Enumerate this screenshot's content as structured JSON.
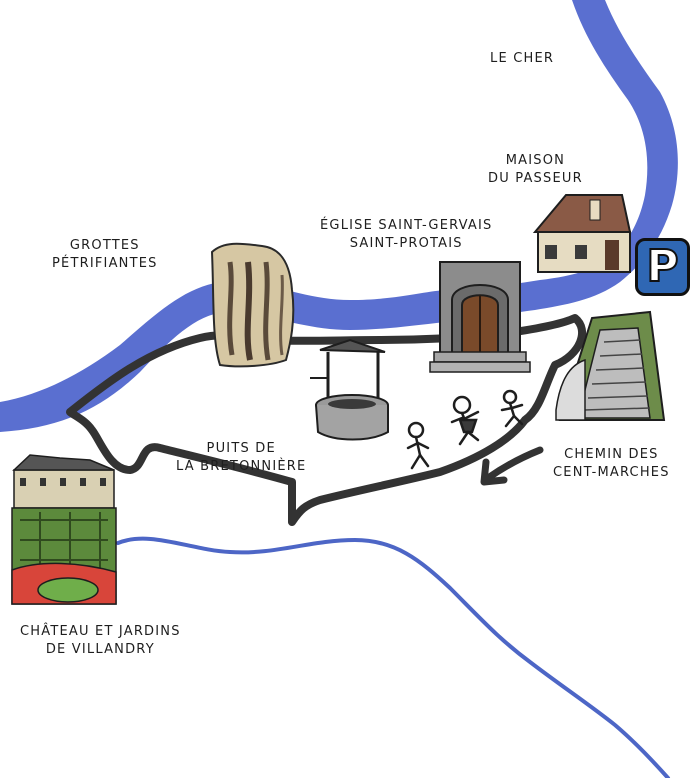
{
  "labels": {
    "le_cher": "LE CHER",
    "maison_line1": "MAISON",
    "maison_line2": "DU PASSEUR",
    "eglise_line1": "ÉGLISE SAINT-GERVAIS",
    "eglise_line2": "SAINT-PROTAIS",
    "grottes_line1": "GROTTES",
    "grottes_line2": "PÉTRIFIANTES",
    "puits_line1": "PUITS DE",
    "puits_line2": "LA BRETONNIÈRE",
    "chemin_line1": "CHEMIN DES",
    "chemin_line2": "CENT-MARCHES",
    "chateau_line1": "CHÂTEAU ET JARDINS",
    "chateau_line2": "DE VILLANDRY"
  },
  "parking": {
    "letter": "P"
  },
  "colors": {
    "river": "#5a6fd0",
    "road": "#333333",
    "parking": "#2f67b4",
    "garden_green": "#5c8a3c",
    "garden_red": "#d8453a"
  },
  "icons": {
    "grottes": "cave-rock-icon",
    "eglise": "church-door-icon",
    "maison": "house-icon",
    "puits": "well-icon",
    "chemin": "stone-stairs-icon",
    "chateau": "chateau-garden-icon",
    "walkers": "stick-figure-walkers-icon",
    "direction": "direction-arrow-icon"
  }
}
